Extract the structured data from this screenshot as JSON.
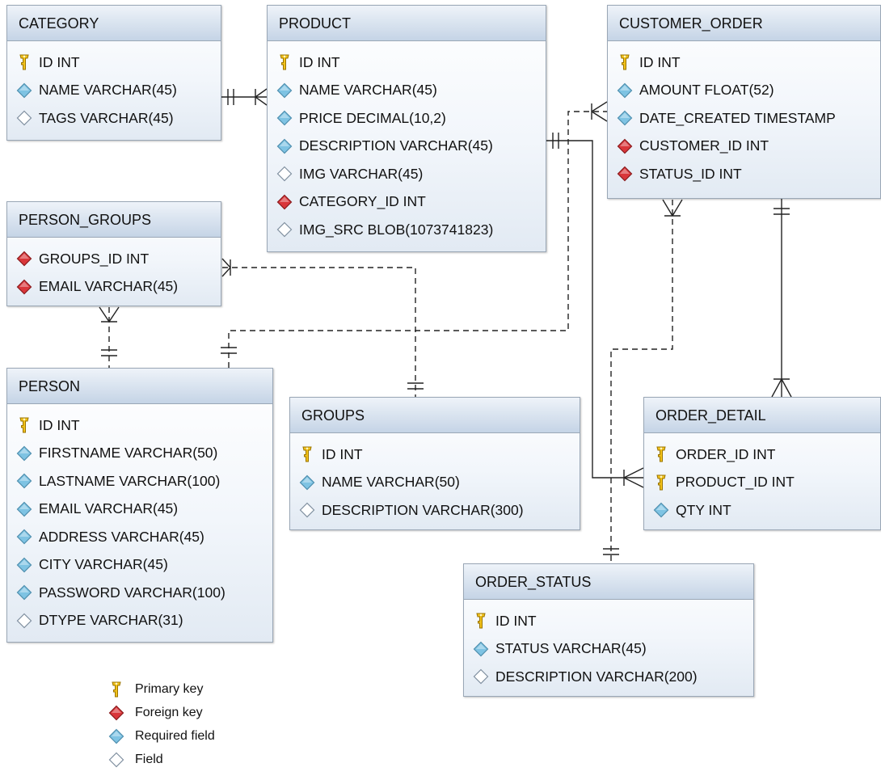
{
  "colors": {
    "primary_key": "#f2c21b",
    "foreign_key": "#d9363a",
    "required_field": "#7ec3e3",
    "field": "#ffffff",
    "header_top": "#eef3f9",
    "header_bottom": "#c5d4e6",
    "line": "#222222"
  },
  "entities": {
    "category": {
      "name": "CATEGORY",
      "fields": [
        {
          "label": "ID INT",
          "kind": "primary-key"
        },
        {
          "label": "NAME VARCHAR(45)",
          "kind": "required-field"
        },
        {
          "label": "TAGS VARCHAR(45)",
          "kind": "field"
        }
      ]
    },
    "product": {
      "name": "PRODUCT",
      "fields": [
        {
          "label": "ID INT",
          "kind": "primary-key"
        },
        {
          "label": "NAME VARCHAR(45)",
          "kind": "required-field"
        },
        {
          "label": "PRICE DECIMAL(10,2)",
          "kind": "required-field"
        },
        {
          "label": "DESCRIPTION VARCHAR(45)",
          "kind": "required-field"
        },
        {
          "label": "IMG VARCHAR(45)",
          "kind": "field"
        },
        {
          "label": "CATEGORY_ID INT",
          "kind": "foreign-key"
        },
        {
          "label": "IMG_SRC BLOB(1073741823)",
          "kind": "field"
        }
      ]
    },
    "customer_order": {
      "name": "CUSTOMER_ORDER",
      "fields": [
        {
          "label": "ID INT",
          "kind": "primary-key"
        },
        {
          "label": "AMOUNT FLOAT(52)",
          "kind": "required-field"
        },
        {
          "label": "DATE_CREATED TIMESTAMP",
          "kind": "required-field"
        },
        {
          "label": "CUSTOMER_ID INT",
          "kind": "foreign-key"
        },
        {
          "label": "STATUS_ID INT",
          "kind": "foreign-key"
        }
      ]
    },
    "person_groups": {
      "name": "PERSON_GROUPS",
      "fields": [
        {
          "label": "GROUPS_ID INT",
          "kind": "foreign-key"
        },
        {
          "label": "EMAIL VARCHAR(45)",
          "kind": "foreign-key"
        }
      ]
    },
    "person": {
      "name": "PERSON",
      "fields": [
        {
          "label": "ID INT",
          "kind": "primary-key"
        },
        {
          "label": "FIRSTNAME VARCHAR(50)",
          "kind": "required-field"
        },
        {
          "label": "LASTNAME VARCHAR(100)",
          "kind": "required-field"
        },
        {
          "label": "EMAIL VARCHAR(45)",
          "kind": "required-field"
        },
        {
          "label": "ADDRESS VARCHAR(45)",
          "kind": "required-field"
        },
        {
          "label": "CITY VARCHAR(45)",
          "kind": "required-field"
        },
        {
          "label": "PASSWORD VARCHAR(100)",
          "kind": "required-field"
        },
        {
          "label": "DTYPE VARCHAR(31)",
          "kind": "field"
        }
      ]
    },
    "groups": {
      "name": "GROUPS",
      "fields": [
        {
          "label": "ID INT",
          "kind": "primary-key"
        },
        {
          "label": "NAME VARCHAR(50)",
          "kind": "required-field"
        },
        {
          "label": "DESCRIPTION VARCHAR(300)",
          "kind": "field"
        }
      ]
    },
    "order_detail": {
      "name": "ORDER_DETAIL",
      "fields": [
        {
          "label": "ORDER_ID INT",
          "kind": "primary-key"
        },
        {
          "label": "PRODUCT_ID INT",
          "kind": "primary-key"
        },
        {
          "label": "QTY INT",
          "kind": "required-field"
        }
      ]
    },
    "order_status": {
      "name": "ORDER_STATUS",
      "fields": [
        {
          "label": "ID INT",
          "kind": "primary-key"
        },
        {
          "label": "STATUS VARCHAR(45)",
          "kind": "required-field"
        },
        {
          "label": "DESCRIPTION VARCHAR(200)",
          "kind": "field"
        }
      ]
    }
  },
  "legend": [
    {
      "label": "Primary key",
      "kind": "primary-key"
    },
    {
      "label": "Foreign key",
      "kind": "foreign-key"
    },
    {
      "label": "Required field",
      "kind": "required-field"
    },
    {
      "label": "Field",
      "kind": "field"
    }
  ],
  "relationships": [
    {
      "from": "CATEGORY",
      "to": "PRODUCT",
      "cardinality": "one-to-many",
      "identifying": true
    },
    {
      "from": "PRODUCT",
      "to": "ORDER_DETAIL",
      "cardinality": "one-to-many",
      "identifying": true
    },
    {
      "from": "CUSTOMER_ORDER",
      "to": "ORDER_DETAIL",
      "cardinality": "one-to-many",
      "identifying": true
    },
    {
      "from": "PERSON",
      "to": "CUSTOMER_ORDER",
      "cardinality": "one-to-many",
      "identifying": false
    },
    {
      "from": "PERSON",
      "to": "PERSON_GROUPS",
      "cardinality": "one-to-many",
      "identifying": false
    },
    {
      "from": "GROUPS",
      "to": "PERSON_GROUPS",
      "cardinality": "one-to-many",
      "identifying": false
    },
    {
      "from": "ORDER_STATUS",
      "to": "CUSTOMER_ORDER",
      "cardinality": "one-to-many",
      "identifying": false
    }
  ]
}
